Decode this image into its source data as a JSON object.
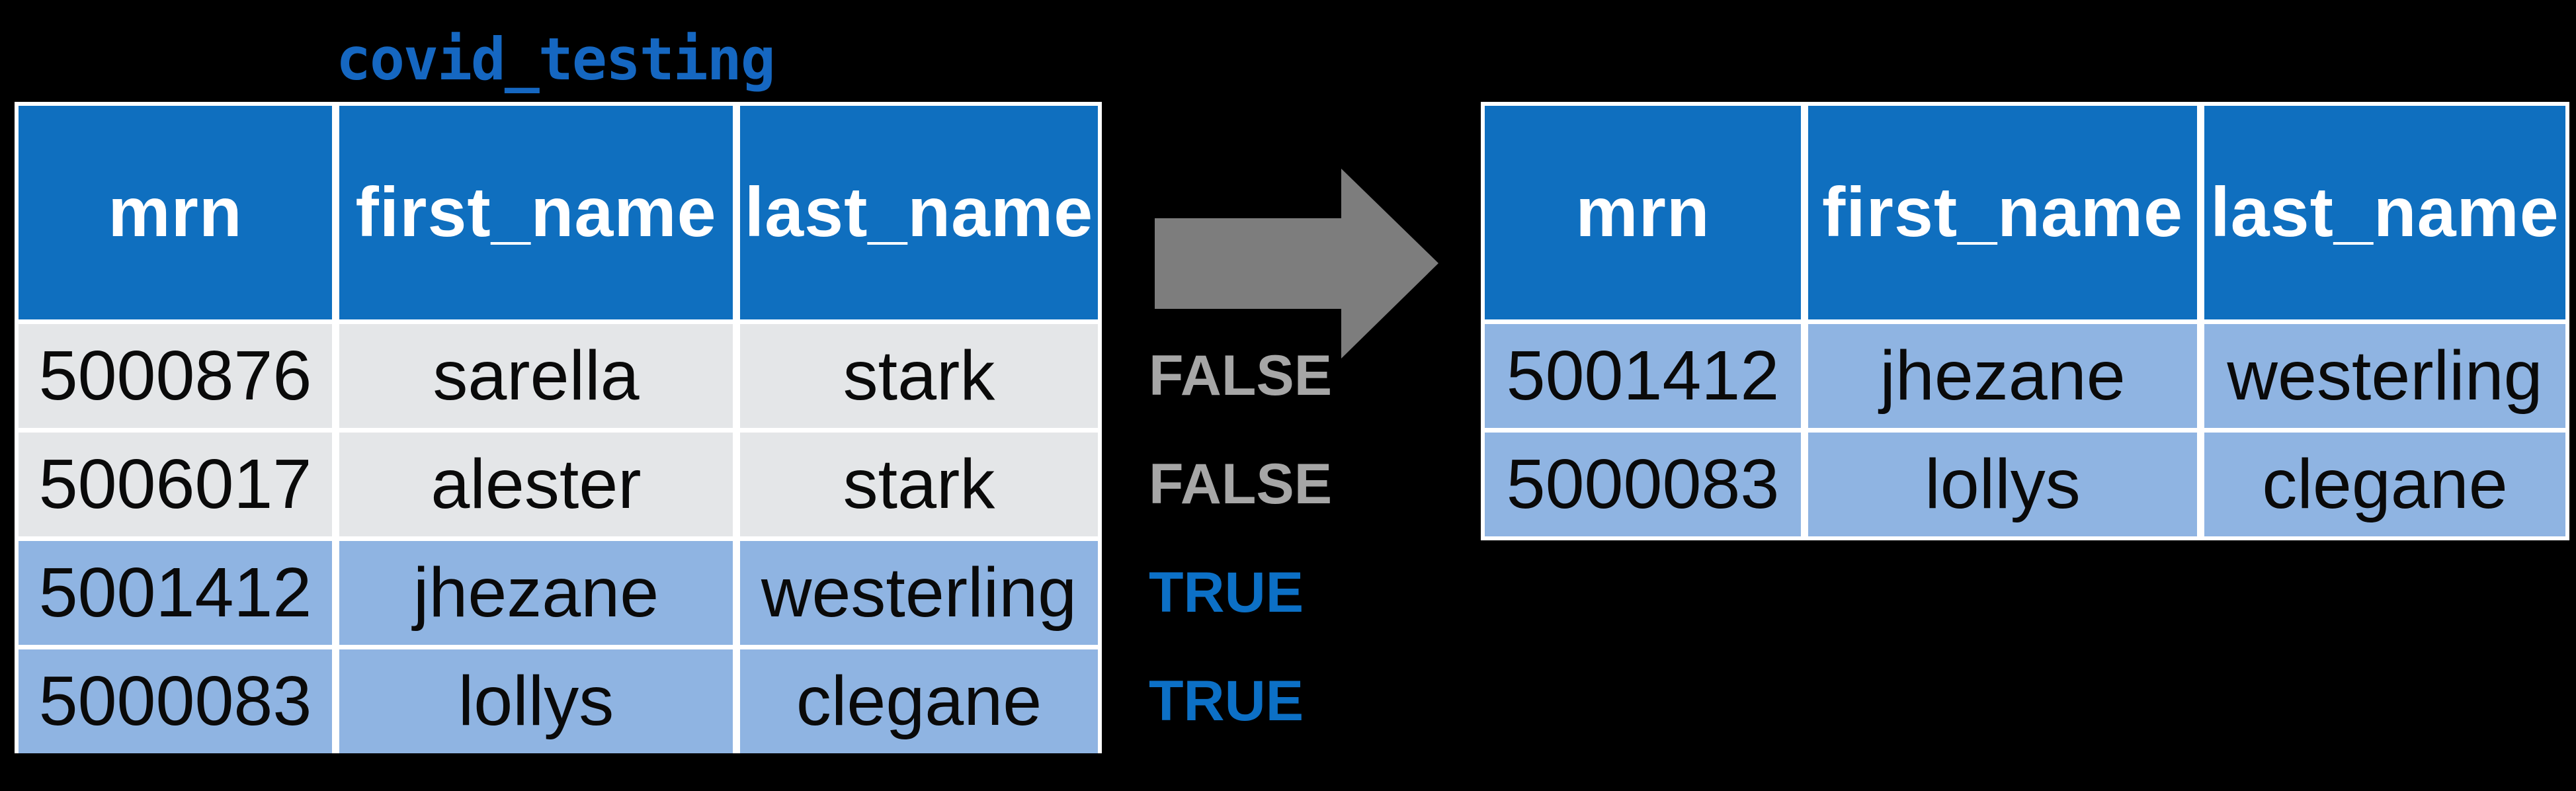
{
  "title": {
    "text": "covid_testing"
  },
  "colors": {
    "background": "#000000",
    "header_blue": "#0f6fbf",
    "row_light_blue": "#8fb4e2",
    "row_light_gray": "#e4e6e8",
    "grid_white": "#ffffff",
    "true_blue": "#0c70c6",
    "false_gray": "#a6a6a6",
    "arrow_gray": "#7d7d7d",
    "title_blue": "#1567c1"
  },
  "left_table": {
    "name": "covid_testing",
    "headers": [
      "mrn",
      "first_name",
      "last_name"
    ],
    "rows": [
      {
        "mrn": "5000876",
        "first_name": "sarella",
        "last_name": "stark"
      },
      {
        "mrn": "5006017",
        "first_name": "alester",
        "last_name": "stark"
      },
      {
        "mrn": "5001412",
        "first_name": "jhezane",
        "last_name": "westerling"
      },
      {
        "mrn": "5000083",
        "first_name": "lollys",
        "last_name": "clegane"
      }
    ],
    "row_flags": [
      "FALSE",
      "FALSE",
      "TRUE",
      "TRUE"
    ]
  },
  "arrow": {
    "name": "right-arrow"
  },
  "right_table": {
    "headers": [
      "mrn",
      "first_name",
      "last_name"
    ],
    "rows": [
      {
        "mrn": "5001412",
        "first_name": "jhezane",
        "last_name": "westerling"
      },
      {
        "mrn": "5000083",
        "first_name": "lollys",
        "last_name": "clegane"
      }
    ]
  }
}
